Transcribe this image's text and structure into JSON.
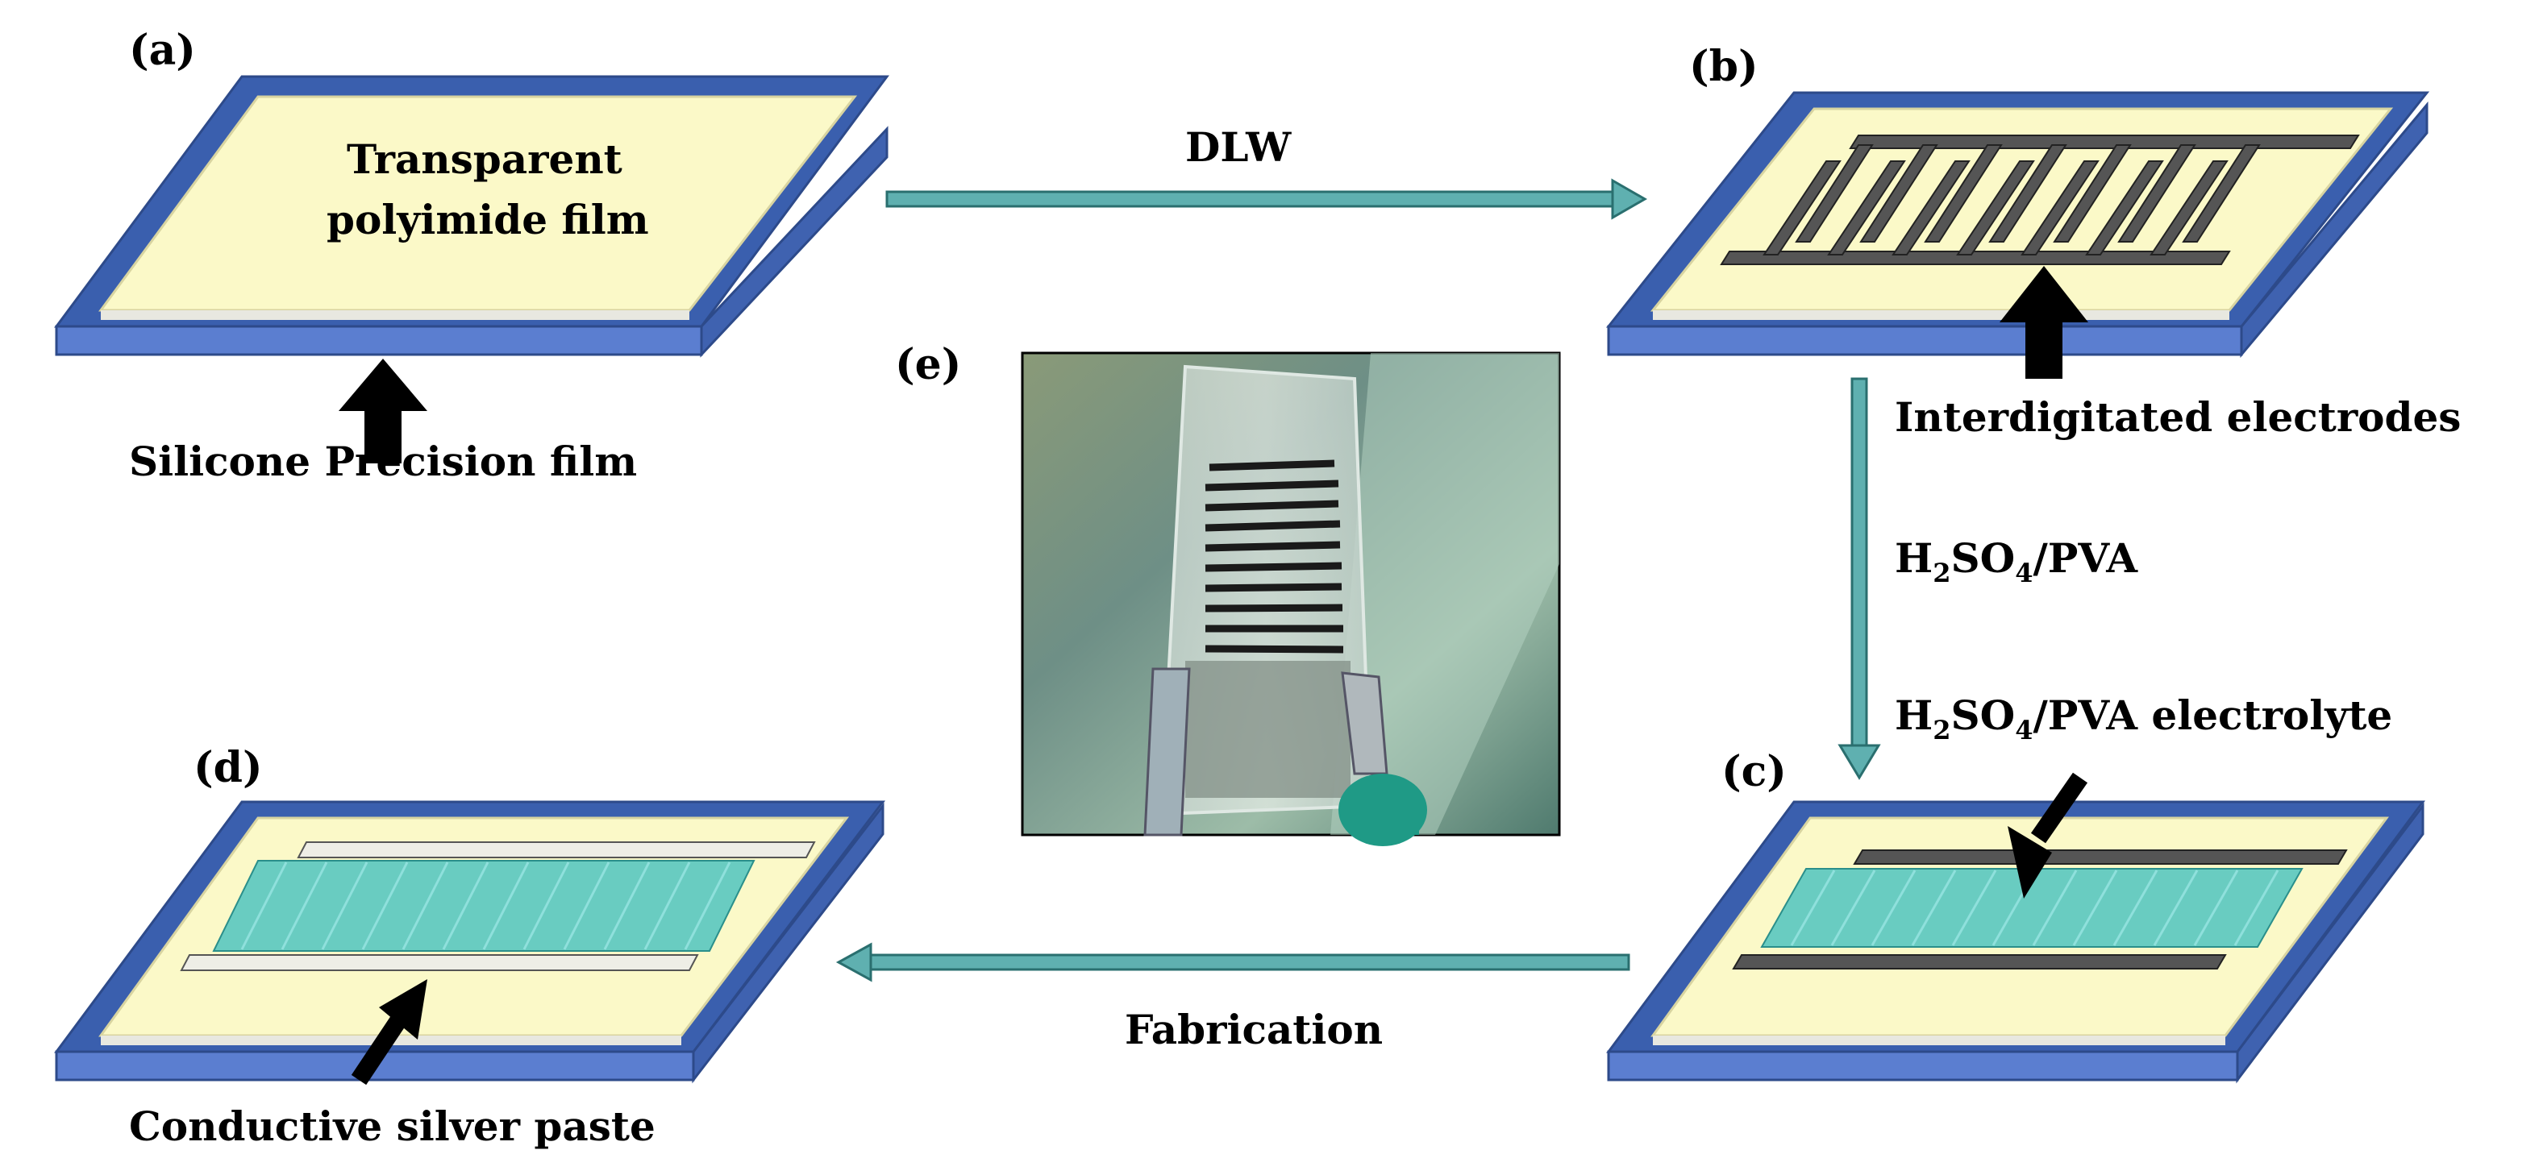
{
  "panels": {
    "a": {
      "label": "(a)",
      "film_label_line1": "Transparent",
      "film_label_line2": "polyimide film",
      "bottom_label": "Silicone Precision film"
    },
    "b": {
      "label": "(b)",
      "bottom_label": "Interdigitated electrodes"
    },
    "c": {
      "label": "(c)",
      "top_label": "H2SO4/PVA electrolyte"
    },
    "d": {
      "label": "(d)",
      "bottom_label": "Conductive silver paste"
    },
    "e": {
      "label": "(e)"
    }
  },
  "arrows": {
    "a_to_b": "DLW",
    "b_to_c": "H2SO4/PVA",
    "c_to_d": "Fabrication"
  },
  "colors": {
    "substrate_top": "#3a5fae",
    "substrate_side": "#5b7ed0",
    "film": "#fbf9c8",
    "electrode": "#5a5a5a",
    "electrolyte": "#4fc4c0",
    "silver": "#e8e8e0",
    "process_arrow": "#5fb0b0",
    "pointer_arrow": "#000000"
  }
}
